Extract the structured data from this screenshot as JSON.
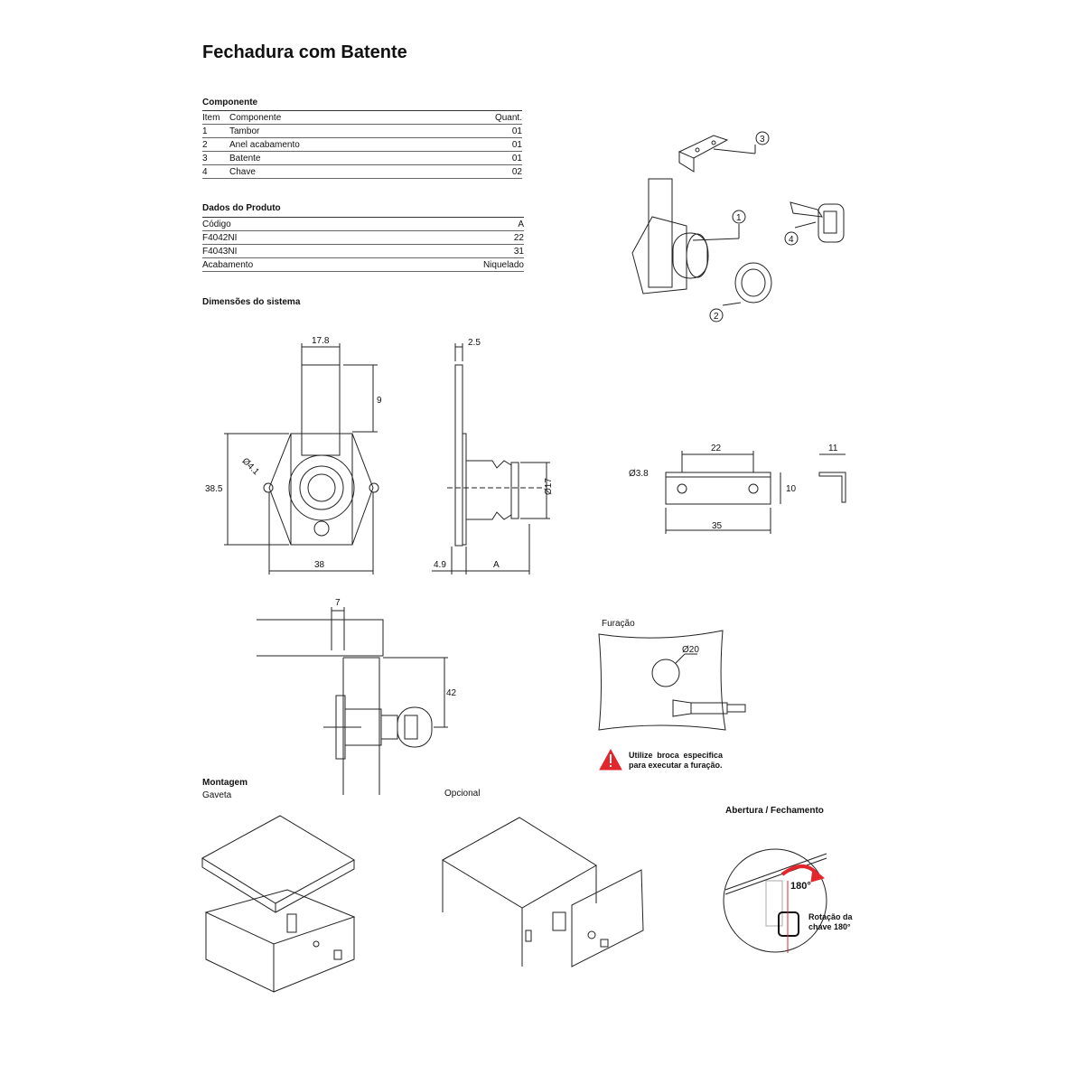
{
  "title": "Fechadura com Batente",
  "componente": {
    "heading": "Componente",
    "headers": [
      "Item",
      "Componente",
      "Quant."
    ],
    "rows": [
      [
        "1",
        "Tambor",
        "01"
      ],
      [
        "2",
        "Anel acabamento",
        "01"
      ],
      [
        "3",
        "Batente",
        "01"
      ],
      [
        "4",
        "Chave",
        "02"
      ]
    ]
  },
  "dados": {
    "heading": "Dados do Produto",
    "rows": [
      [
        "Código",
        "A"
      ],
      [
        "F4042NI",
        "22"
      ],
      [
        "F4043NI",
        "31"
      ],
      [
        "Acabamento",
        "Niquelado"
      ]
    ]
  },
  "dimensoes": {
    "heading": "Dimensões do sistema",
    "front": {
      "width_top": "17.8",
      "height_top": "9",
      "hole": "Ø4.1",
      "height": "38.5",
      "width": "38"
    },
    "side": {
      "thickness": "2.5",
      "diameter": "Ø17",
      "offset": "4.9",
      "a": "A"
    },
    "batente": {
      "hole": "Ø3.8",
      "spacing": "22",
      "height": "10",
      "length": "35",
      "side_width": "11"
    },
    "mount": {
      "gap": "7",
      "depth": "42"
    }
  },
  "callouts": [
    "1",
    "2",
    "3",
    "4"
  ],
  "furacao": {
    "heading": "Furação",
    "diameter": "Ø20",
    "warning": "Utilize broca especifica para executar a furação.",
    "warning_color": "#e3262b"
  },
  "montagem": {
    "heading": "Montagem",
    "gaveta": "Gaveta",
    "opcional": "Opcional",
    "abertura": "Abertura / Fechamento",
    "angle": "180°",
    "rotation_line1": "Rotação da",
    "rotation_line2": "chave 180°",
    "accent": "#e3262b"
  }
}
